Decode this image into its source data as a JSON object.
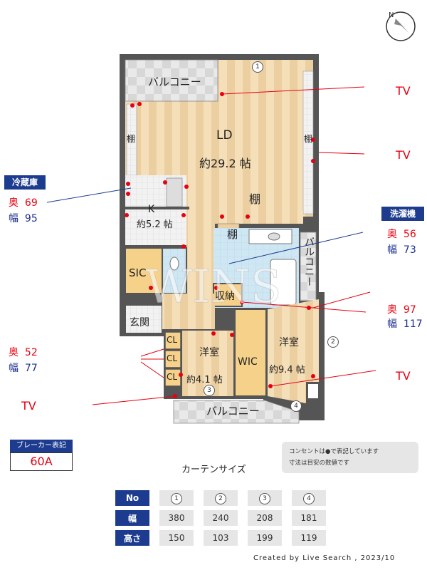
{
  "rooms": {
    "balcony_top": "バルコニー",
    "shelf_left": "棚",
    "shelf_right": "棚",
    "ld_name": "LD",
    "ld_size": "約29.2 帖",
    "shelf_center": "棚",
    "shelf_small": "棚",
    "kitchen_name": "K",
    "kitchen_size": "約5.2 帖",
    "sic": "SIC",
    "storage": "収納",
    "genkan": "玄関",
    "balcony_right": "バルコニー",
    "cl1": "CL",
    "cl2": "CL",
    "cl3": "CL",
    "room1_name": "洋室",
    "room1_size": "約4.1 帖",
    "wic": "WIC",
    "room2_name": "洋室",
    "room2_size": "約9.4 帖",
    "balcony_bottom": "バルコニー",
    "watermark": "WINS"
  },
  "window_markers": [
    "1",
    "2",
    "3",
    "4"
  ],
  "tv_labels": [
    "TV",
    "TV",
    "TV",
    "TV"
  ],
  "fridge": {
    "title": "冷蔵庫",
    "depth_label": "奥",
    "depth": "69",
    "width_label": "幅",
    "width": "95"
  },
  "washer": {
    "title": "洗濯機",
    "depth_label": "奥",
    "depth": "56",
    "width_label": "幅",
    "width": "73"
  },
  "washer2": {
    "depth_label": "奥",
    "depth": "97",
    "width_label": "幅",
    "width": "117"
  },
  "other": {
    "depth_label": "奥",
    "depth": "52",
    "width_label": "幅",
    "width": "77"
  },
  "breaker": {
    "title": "ブレーカー表記",
    "value": "60A"
  },
  "note": {
    "line1": "コンセントは●で表記しています",
    "line2": "寸法は目安の数値です"
  },
  "curtain": {
    "title": "カーテンサイズ",
    "header": "No",
    "row_width": "幅",
    "row_height": "高さ",
    "cols": [
      "1",
      "2",
      "3",
      "4"
    ],
    "widths": [
      "380",
      "240",
      "208",
      "181"
    ],
    "heights": [
      "150",
      "103",
      "199",
      "119"
    ]
  },
  "credit": "Created by Live Search , 2023/10",
  "compass": "N",
  "colors": {
    "navy": "#1d3c8f",
    "red": "#e60012",
    "floor": "#f2dcb6",
    "wet": "#cfe6f3",
    "storage": "#f6d18a"
  }
}
